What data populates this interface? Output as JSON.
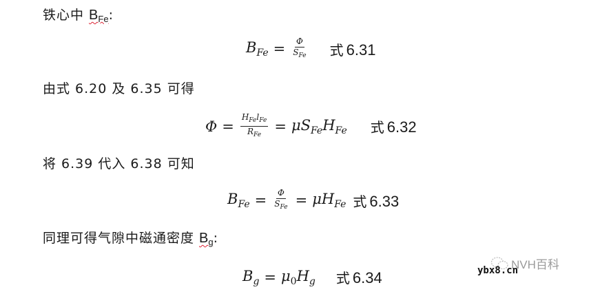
{
  "document": {
    "lines": [
      {
        "type": "text",
        "prefix": "铁心中 ",
        "symbol": "B",
        "symbol_sub": "Fe",
        "suffix": ":"
      },
      {
        "type": "equation",
        "lhs": "B",
        "lhs_sub": "Fe",
        "frac_num": "Φ",
        "frac_den": "S",
        "frac_den_sub": "Fe",
        "tag_label": "式",
        "tag_number": "6.31"
      },
      {
        "type": "text",
        "content": "由式 6.20 及 6.35 可得"
      },
      {
        "type": "equation",
        "lhs": "Φ",
        "frac_num_a": "H",
        "frac_num_a_sub": "Fe",
        "frac_num_b": "l",
        "frac_num_b_sub": "Fe",
        "frac_den": "R",
        "frac_den_sub": "Fe",
        "rhs": "μS",
        "rhs_sub": "Fe",
        "rhs2": "H",
        "rhs2_sub": "Fe",
        "tag_label": "式",
        "tag_number": "6.32"
      },
      {
        "type": "text",
        "content": "将 6.39 代入 6.38 可知"
      },
      {
        "type": "equation",
        "lhs": "B",
        "lhs_sub": "Fe",
        "frac_num": "Φ",
        "frac_den": "S",
        "frac_den_sub": "Fe",
        "rhs": "μH",
        "rhs_sub": "Fe",
        "tag_label": "式",
        "tag_number": "6.33"
      },
      {
        "type": "text",
        "prefix": "同理可得气隙中磁通密度 ",
        "symbol": "B",
        "symbol_sub": "g",
        "suffix": ":"
      },
      {
        "type": "equation",
        "lhs": "B",
        "lhs_sub": "g",
        "rhs": "μ",
        "rhs_sub": "0",
        "rhs2": "H",
        "rhs2_sub": "g",
        "tag_label": "式",
        "tag_number": "6.34"
      }
    ],
    "equals": "="
  },
  "watermark": {
    "icon": "wechat-icon",
    "brand": "NVH百科",
    "url": "ybx8.cn"
  }
}
